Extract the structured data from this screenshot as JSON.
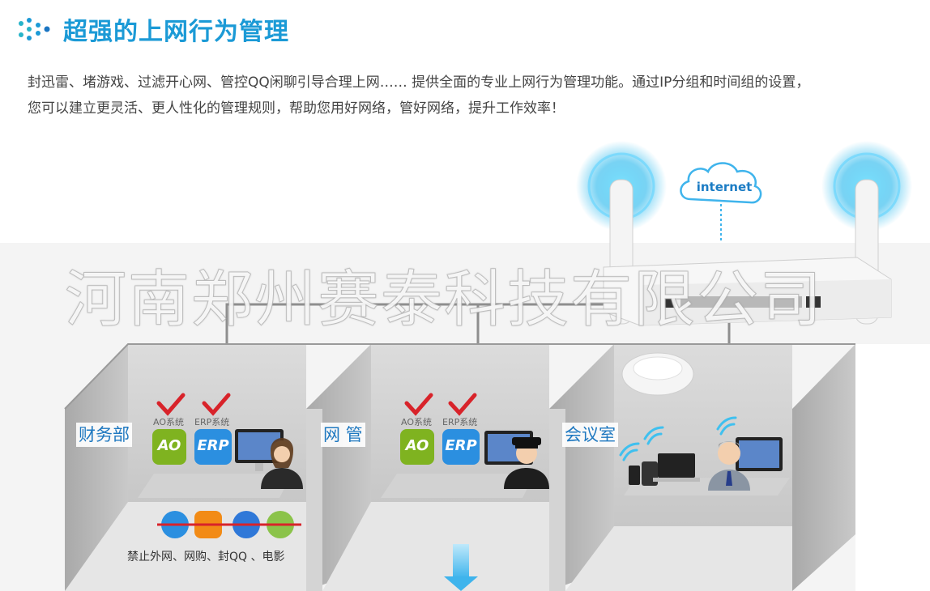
{
  "header": {
    "title": "超强的上网行为管理",
    "icon": "dots-arrow-icon",
    "accent": "#1b9ad6"
  },
  "description": {
    "line1": "封迅雷、堵游戏、过滤开心网、管控QQ闲聊引导合理上网…… 提供全面的专业上网行为管理功能。通过IP分组和时间组的设置，",
    "line2": "您可以建立更灵活、更人性化的管理规则，帮助您用好网络，管好网络，提升工作效率！"
  },
  "network": {
    "cloud_label": "internet",
    "watermark": "河南郑州赛泰科技有限公司"
  },
  "rooms": [
    {
      "label": "财务部",
      "systems": [
        "AO系统",
        "ERP系统"
      ],
      "app_badges": [
        "AO",
        "ERP"
      ],
      "ban_text": "禁止外网、网购、封QQ 、电影",
      "ban_icons": [
        "browser-icon",
        "taobao-icon",
        "media-player-icon",
        "qq-video-icon"
      ]
    },
    {
      "label": "网 管",
      "systems": [
        "AO系统",
        "ERP系统"
      ],
      "app_badges": [
        "AO",
        "ERP"
      ]
    },
    {
      "label": "会议室"
    }
  ],
  "colors": {
    "wall": "#bdbdbd",
    "floor": "#e6e6e6",
    "signal": "#3fc0ef",
    "check": "#d8232a",
    "ao_green": "#7fb320",
    "erp_blue": "#2b8fe0"
  }
}
